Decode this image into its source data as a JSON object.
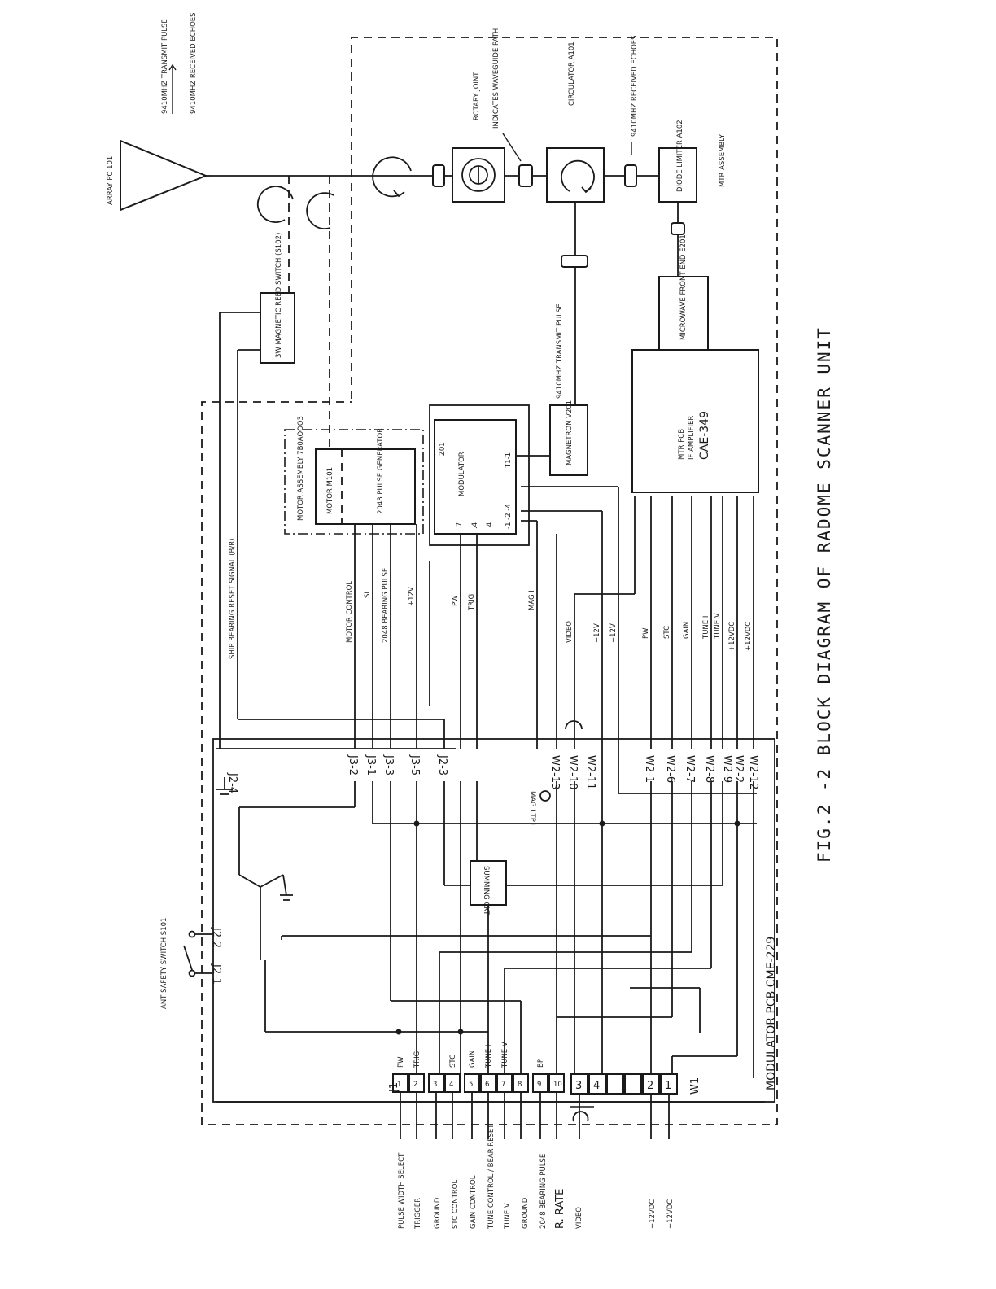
{
  "figure": {
    "caption": "FIG.2 -2 BLOCK DIAGRAM OF RADOME SCANNER UNIT"
  },
  "top_labels": {
    "array": "ARRAY PC 101",
    "transmit_pulse": "9410MHZ TRANSMIT PULSE",
    "received_echoes": "9410MHZ RECEIVED ECHOES",
    "rotary_joint": "ROTARY JOINT",
    "indicates_path": "INDICATES WAVEGUIDE PATH",
    "circulator": "CIRCULATOR A101",
    "received_echoes_2": "9410MHZ RECEIVED ECHOES",
    "diode_limiter": "DIODE LIMITER A102",
    "mtr_assembly": "MTR ASSEMBLY",
    "reed_switch": "3W MAGNETIC REED SWITCH (S102)",
    "magnetron": "MAGNETRON V201",
    "magnetron_transmit_pulse": "9410MHZ TRANSMIT PULSE",
    "motor_assembly": "MOTOR ASSEMBLY 7B0AOOO3",
    "motor": "MOTOR M101",
    "pulse_generator": "2048 PULSE GENERATOR",
    "modulator": "MODULATOR",
    "modulator_ref": "Z01",
    "t1_1": "T1-1",
    "pins": "-1 -2 -4",
    "microwave_front_end": "MICROWAVE FRONT END E201",
    "ifpcb_line1": "MTR PCB",
    "ifpcb_line2": "IF AMPLIFIER",
    "ifpcb_ref": "CAE-349",
    "pin_7": ".7",
    "pin_4a": ".4",
    "pin_4b": ".4"
  },
  "harness_labels": [
    "SHIP BEARING RESET SIGNAL (B/R)",
    "MOTOR CONTROL",
    "SL",
    "2048 BEARING PULSE",
    "+12V",
    "PW",
    "TRIG",
    "MAG I",
    "VIDEO",
    "+12V",
    "+12V",
    "PW",
    "STC",
    "GAIN",
    "TUNE I",
    "TUNE V",
    "+12VDC",
    "+12VDC"
  ],
  "connector_refs": {
    "j2_4": "J2-4",
    "j3_2": "J3-2",
    "j3_1": "J3-1",
    "j3_3": "J3-3",
    "j3_5": "J3-5",
    "j2_3": "J2-3",
    "w2_13": "W2-13",
    "w2_10": "W2-10",
    "w2_11": "W2-11",
    "w2_1": "W2-1",
    "w2_6": "W2-6",
    "w2_7": "W2-7",
    "w2_8": "W2-8",
    "w2_9": "W2-9",
    "w2_2": "W2-2",
    "w2_12": "W2-12",
    "mag_tp": "MAG I TP1",
    "summing": "SUMMING CKT",
    "j2_2": "J2-2",
    "j2_1": "J2-1",
    "safety_switch": "ANT SAFETY SWITCH S101",
    "pcb_label": "MODULATOR PCB  CME-229",
    "j1": "J1",
    "w1": "W1"
  },
  "j1_terminals": [
    {
      "num": "1",
      "label": "PW"
    },
    {
      "num": "2",
      "label": "TRIG"
    },
    {
      "num": "3",
      "label": ""
    },
    {
      "num": "4",
      "label": "STC"
    },
    {
      "num": "5",
      "label": "GAIN"
    },
    {
      "num": "6",
      "label": "TUNE I"
    },
    {
      "num": "7",
      "label": "TUNE V"
    },
    {
      "num": "8",
      "label": ""
    },
    {
      "num": "9",
      "label": "BP"
    },
    {
      "num": "10",
      "label": ""
    }
  ],
  "w1_terminals": [
    "3",
    "4",
    "",
    "",
    "2",
    "1"
  ],
  "external_signals": [
    "PULSE WIDTH SELECT",
    "TRIGGER",
    "GROUND",
    "STC CONTROL",
    "GAIN CONTROL",
    "TUNE CONTROL / BEAR RESET",
    "TUNE V",
    "GROUND",
    "2048 BEARING PULSE",
    "R. RATE",
    "VIDEO",
    "+12VDC",
    "+12VDC"
  ]
}
